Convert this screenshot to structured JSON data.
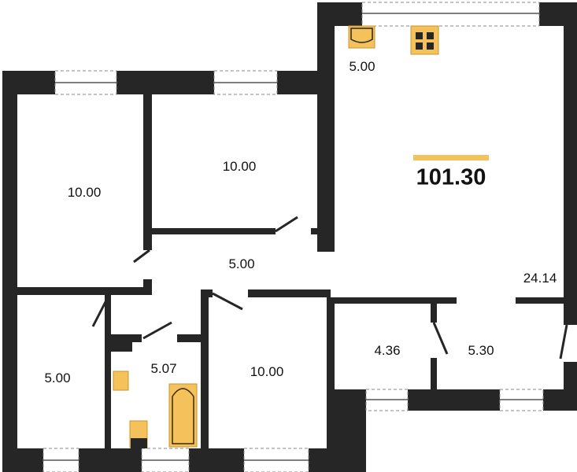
{
  "plan": {
    "total_area": "101.30",
    "accent_color": "#f5c15b",
    "wall_color": "#262626",
    "rooms": [
      {
        "name": "kitchen-living",
        "area": "24.14"
      },
      {
        "name": "kitchen-zone",
        "area": "5.00"
      },
      {
        "name": "bedroom-left",
        "area": "10.00"
      },
      {
        "name": "bedroom-top",
        "area": "10.00"
      },
      {
        "name": "hallway",
        "area": "5.00"
      },
      {
        "name": "room-bottom-left",
        "area": "5.00"
      },
      {
        "name": "bathroom",
        "area": "5.07"
      },
      {
        "name": "bedroom-bottom",
        "area": "10.00"
      },
      {
        "name": "storage",
        "area": "4.36"
      },
      {
        "name": "balcony",
        "area": "5.30"
      }
    ]
  }
}
